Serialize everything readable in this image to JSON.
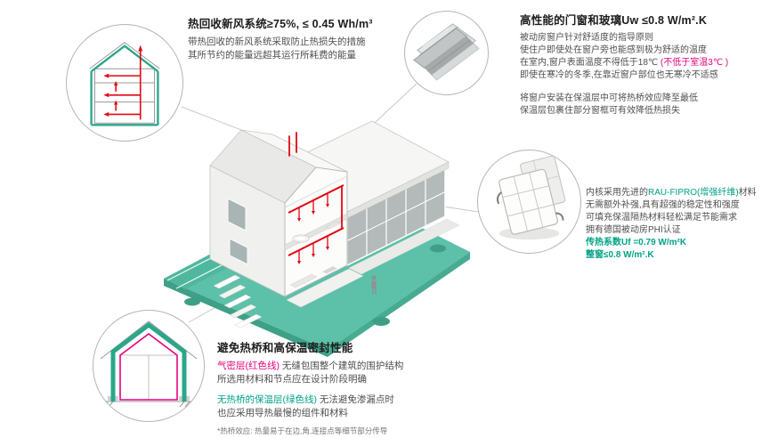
{
  "colors": {
    "teal_ground": "#5CC1A8",
    "insulation_green": "#2BA68B",
    "accent_green": "#00A384",
    "accent_magenta": "#E6007E",
    "duct_red": "#E30613"
  },
  "icons": {
    "heat_recovery_circle": "heat-recovery-section-icon",
    "window_corner_circle": "window-corner-detail-icon",
    "window_profile_circle": "window-profile-icon",
    "insulated_house_circle": "insulated-house-section-icon"
  },
  "sections": {
    "heat_recovery": {
      "title": "热回收新风系统≥75%, ≤ 0.45 Wh/m³",
      "body1": "带热回收的新风系统采取防止热损失的措施",
      "body2": "其所节约的能量远超其运行所耗费的能量"
    },
    "windows": {
      "title": "高性能的门窗和玻璃Uw ≤0.8 W/m².K",
      "p1_l1": "被动房窗户针对舒适度的指导原则",
      "p1_l2": "使住户即使处在窗户旁也能感到极为舒适的温度",
      "p1_l3_black": "在室内,窗户表面温度不得低于18℃ ",
      "p1_l3_red": "(不低于室温3℃ )",
      "p1_l4": "即使在寒冷的冬季,在靠近窗户部位也无寒冷不适感",
      "p2_l1": "将窗户安装在保温层中可将热桥效应降至最低",
      "p2_l2": "保温层包裹住部分窗框可有效降低热损失"
    },
    "profile": {
      "l1_pre": "内核采用先进的",
      "l1_green": "RAU-FIPRO(增强纤维)",
      "l1_post": "材料",
      "l2": "无需额外补强,具有超强的稳定性和强度",
      "l3": "可填充保温隔热材料轻松满足节能需求",
      "l4": "拥有德国被动房PHI认证",
      "l5": "传热系数Uf =0.79 W/m²K",
      "l6": "整窗≤0.8 W/m².K"
    },
    "thermal": {
      "title": "避免热桥和高保温密封性能",
      "p1_red": "气密层(红色线)",
      "p1_rest": " 无缝包围整个建筑的围护结构",
      "p1_l2": "所选用材料和节点应在设计阶段明确",
      "p2_green": "无热桥的保温层(绿色线)",
      "p2_rest": " 无法避免渗漏点时",
      "p2_l2": "也应采用导热最慢的组件和材料",
      "footnote": "*热桥效应: 热量易于在边,角,连接点等细节部分传导"
    }
  }
}
